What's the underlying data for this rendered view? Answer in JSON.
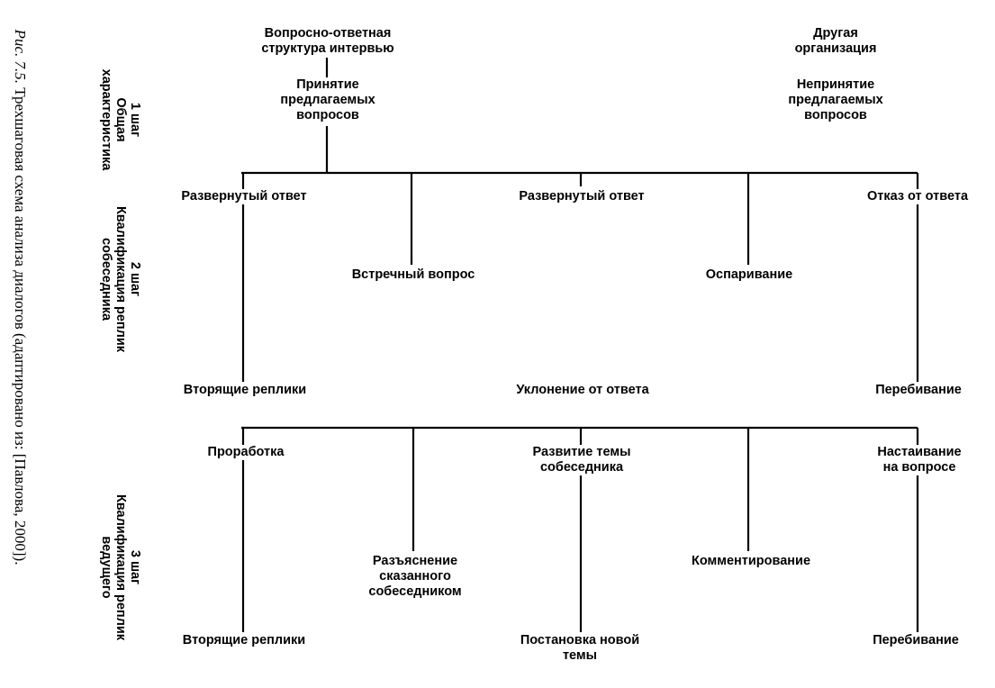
{
  "caption": {
    "figure_label": "Рис. 7.5.",
    "text": "Трехшаговая схема анализа диалогов (адаптировано из: [Павлова, 2000])."
  },
  "steps": [
    {
      "label_lines": [
        "1 шаг",
        "Общая",
        "характеристика"
      ]
    },
    {
      "label_lines": [
        "2 шаг",
        "Квалификация реплик",
        "собеседника"
      ]
    },
    {
      "label_lines": [
        "3 шаг",
        "Квалификация реплик",
        "ведущего"
      ]
    }
  ],
  "nodes": {
    "qa_structure": [
      "Вопросно-ответная",
      "структура интервью"
    ],
    "other_org": [
      "Другая",
      "организация"
    ],
    "acceptance": [
      "Принятие",
      "предлагаемых",
      "вопросов"
    ],
    "non_acceptance": [
      "Непринятие",
      "предлагаемых",
      "вопросов"
    ],
    "s2_expanded_answer_1": [
      "Развернутый ответ"
    ],
    "s2_expanded_answer_2": [
      "Развернутый ответ"
    ],
    "s2_refusal": [
      "Отказ от ответа"
    ],
    "s2_counter_question": [
      "Встречный вопрос"
    ],
    "s2_disputing": [
      "Оспаривание"
    ],
    "s2_intruding": [
      "Вторящие реплики"
    ],
    "s2_evasion": [
      "Уклонение от ответа"
    ],
    "s2_interrupting": [
      "Перебивание"
    ],
    "s3_elaboration": [
      "Проработка"
    ],
    "s3_topic_development": [
      "Развитие темы",
      "собеседника"
    ],
    "s3_insisting": [
      "Настаивание",
      "на вопросе"
    ],
    "s3_clarification": [
      "Разъяснение",
      "сказанного",
      "собеседником"
    ],
    "s3_commenting": [
      "Комментирование"
    ],
    "s3_intruding": [
      "Вторящие реплики"
    ],
    "s3_new_topic": [
      "Постановка новой",
      "темы"
    ],
    "s3_interrupting": [
      "Перебивание"
    ]
  }
}
